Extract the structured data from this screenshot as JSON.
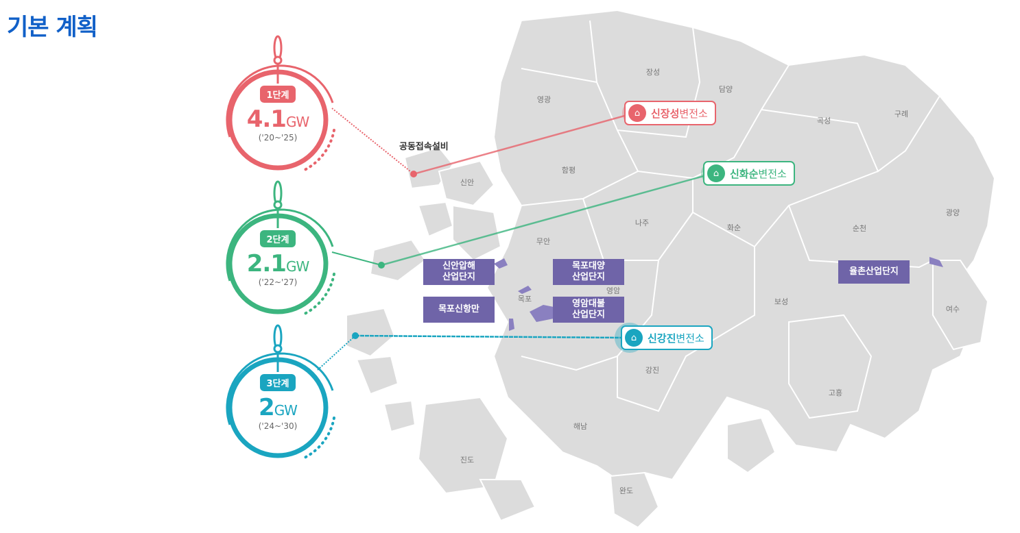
{
  "title": "기본 계획",
  "colors": {
    "stage1": "#e8646c",
    "stage2": "#3cb57f",
    "stage3": "#1aa5c0",
    "industrial": "#6f64a8",
    "title": "#1160c8"
  },
  "stages": [
    {
      "badge": "1단계",
      "value": "4.1",
      "unit": "GW",
      "period": "('20~'25)"
    },
    {
      "badge": "2단계",
      "value": "2.1",
      "unit": "GW",
      "period": "('22~'27)"
    },
    {
      "badge": "3단계",
      "value": "2",
      "unit": "GW",
      "period": "('24~'30)"
    }
  ],
  "common_facility": "공동접속설비",
  "substations": [
    {
      "bold": "신장성",
      "suffix": "변전소",
      "icon": "substation-icon"
    },
    {
      "bold": "신화순",
      "suffix": "변전소",
      "icon": "substation-icon"
    },
    {
      "bold": "신강진",
      "suffix": "변전소",
      "icon": "substation-icon"
    }
  ],
  "industrial": [
    "신안압해\n산업단지",
    "목포대양\n산업단지",
    "목포신항만",
    "영암대불\n산업단지",
    "율촌산업단지"
  ],
  "regions": [
    "장성",
    "담양",
    "영광",
    "곡성",
    "구례",
    "함평",
    "신안",
    "나주",
    "화순",
    "순천",
    "광양",
    "무안",
    "영암",
    "목포",
    "보성",
    "여수",
    "강진",
    "고흥",
    "해남",
    "진도",
    "완도"
  ]
}
